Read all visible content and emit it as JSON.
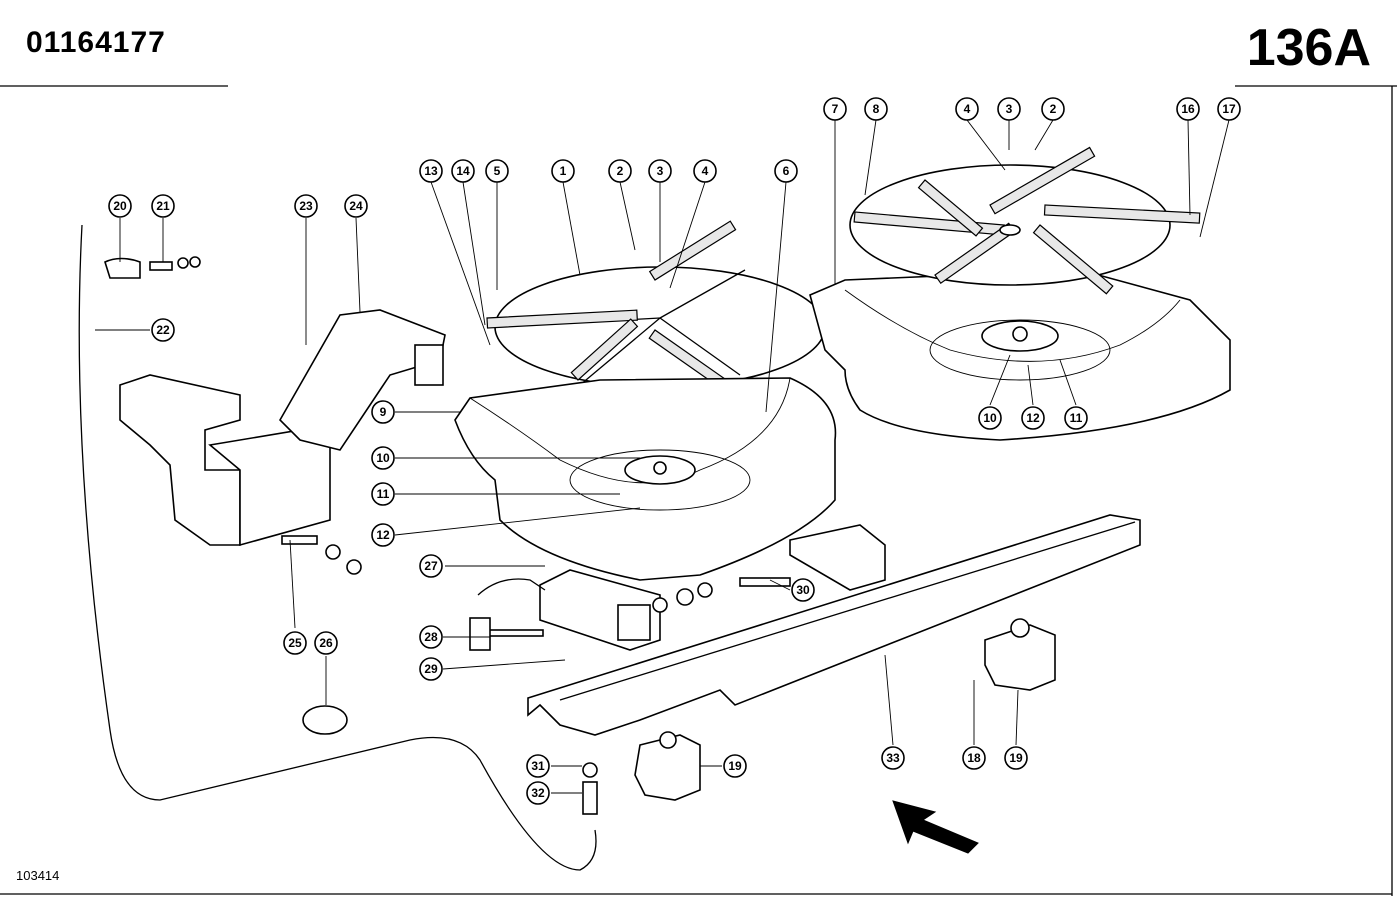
{
  "header": {
    "doc_number": "01164177",
    "page_code": "136A"
  },
  "footer": {
    "figure_number": "103414"
  },
  "callouts": [
    {
      "label": "1"
    },
    {
      "label": "2"
    },
    {
      "label": "3"
    },
    {
      "label": "4"
    },
    {
      "label": "5"
    },
    {
      "label": "6"
    },
    {
      "label": "7"
    },
    {
      "label": "8"
    },
    {
      "label": "4"
    },
    {
      "label": "3"
    },
    {
      "label": "2"
    },
    {
      "label": "16"
    },
    {
      "label": "17"
    },
    {
      "label": "13"
    },
    {
      "label": "14"
    },
    {
      "label": "20"
    },
    {
      "label": "21"
    },
    {
      "label": "22"
    },
    {
      "label": "23"
    },
    {
      "label": "24"
    },
    {
      "label": "9"
    },
    {
      "label": "10"
    },
    {
      "label": "11"
    },
    {
      "label": "12"
    },
    {
      "label": "10"
    },
    {
      "label": "12"
    },
    {
      "label": "11"
    },
    {
      "label": "27"
    },
    {
      "label": "28"
    },
    {
      "label": "29"
    },
    {
      "label": "25"
    },
    {
      "label": "26"
    },
    {
      "label": "30"
    },
    {
      "label": "31"
    },
    {
      "label": "32"
    },
    {
      "label": "19"
    },
    {
      "label": "33"
    },
    {
      "label": "18"
    },
    {
      "label": "19"
    }
  ]
}
